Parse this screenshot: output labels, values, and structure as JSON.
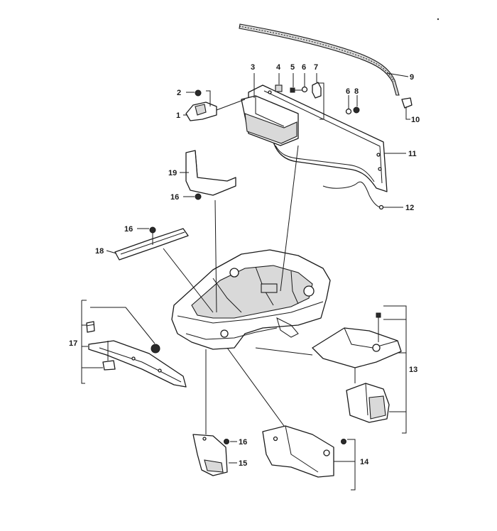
{
  "callouts": {
    "c1": "1",
    "c2": "2",
    "c3": "3",
    "c4": "4",
    "c5": "5",
    "c6a": "6",
    "c6b": "6",
    "c7": "7",
    "c8": "8",
    "c9": "9",
    "c10": "10",
    "c11": "11",
    "c12": "12",
    "c13": "13",
    "c14": "14",
    "c15": "15",
    "c16a": "16",
    "c16b": "16",
    "c16c": "16",
    "c17": "17",
    "c18": "18",
    "c19": "19"
  },
  "colors": {
    "ink": "#1a1a1a",
    "paper": "#ffffff",
    "shade": "#d9d9d9"
  }
}
